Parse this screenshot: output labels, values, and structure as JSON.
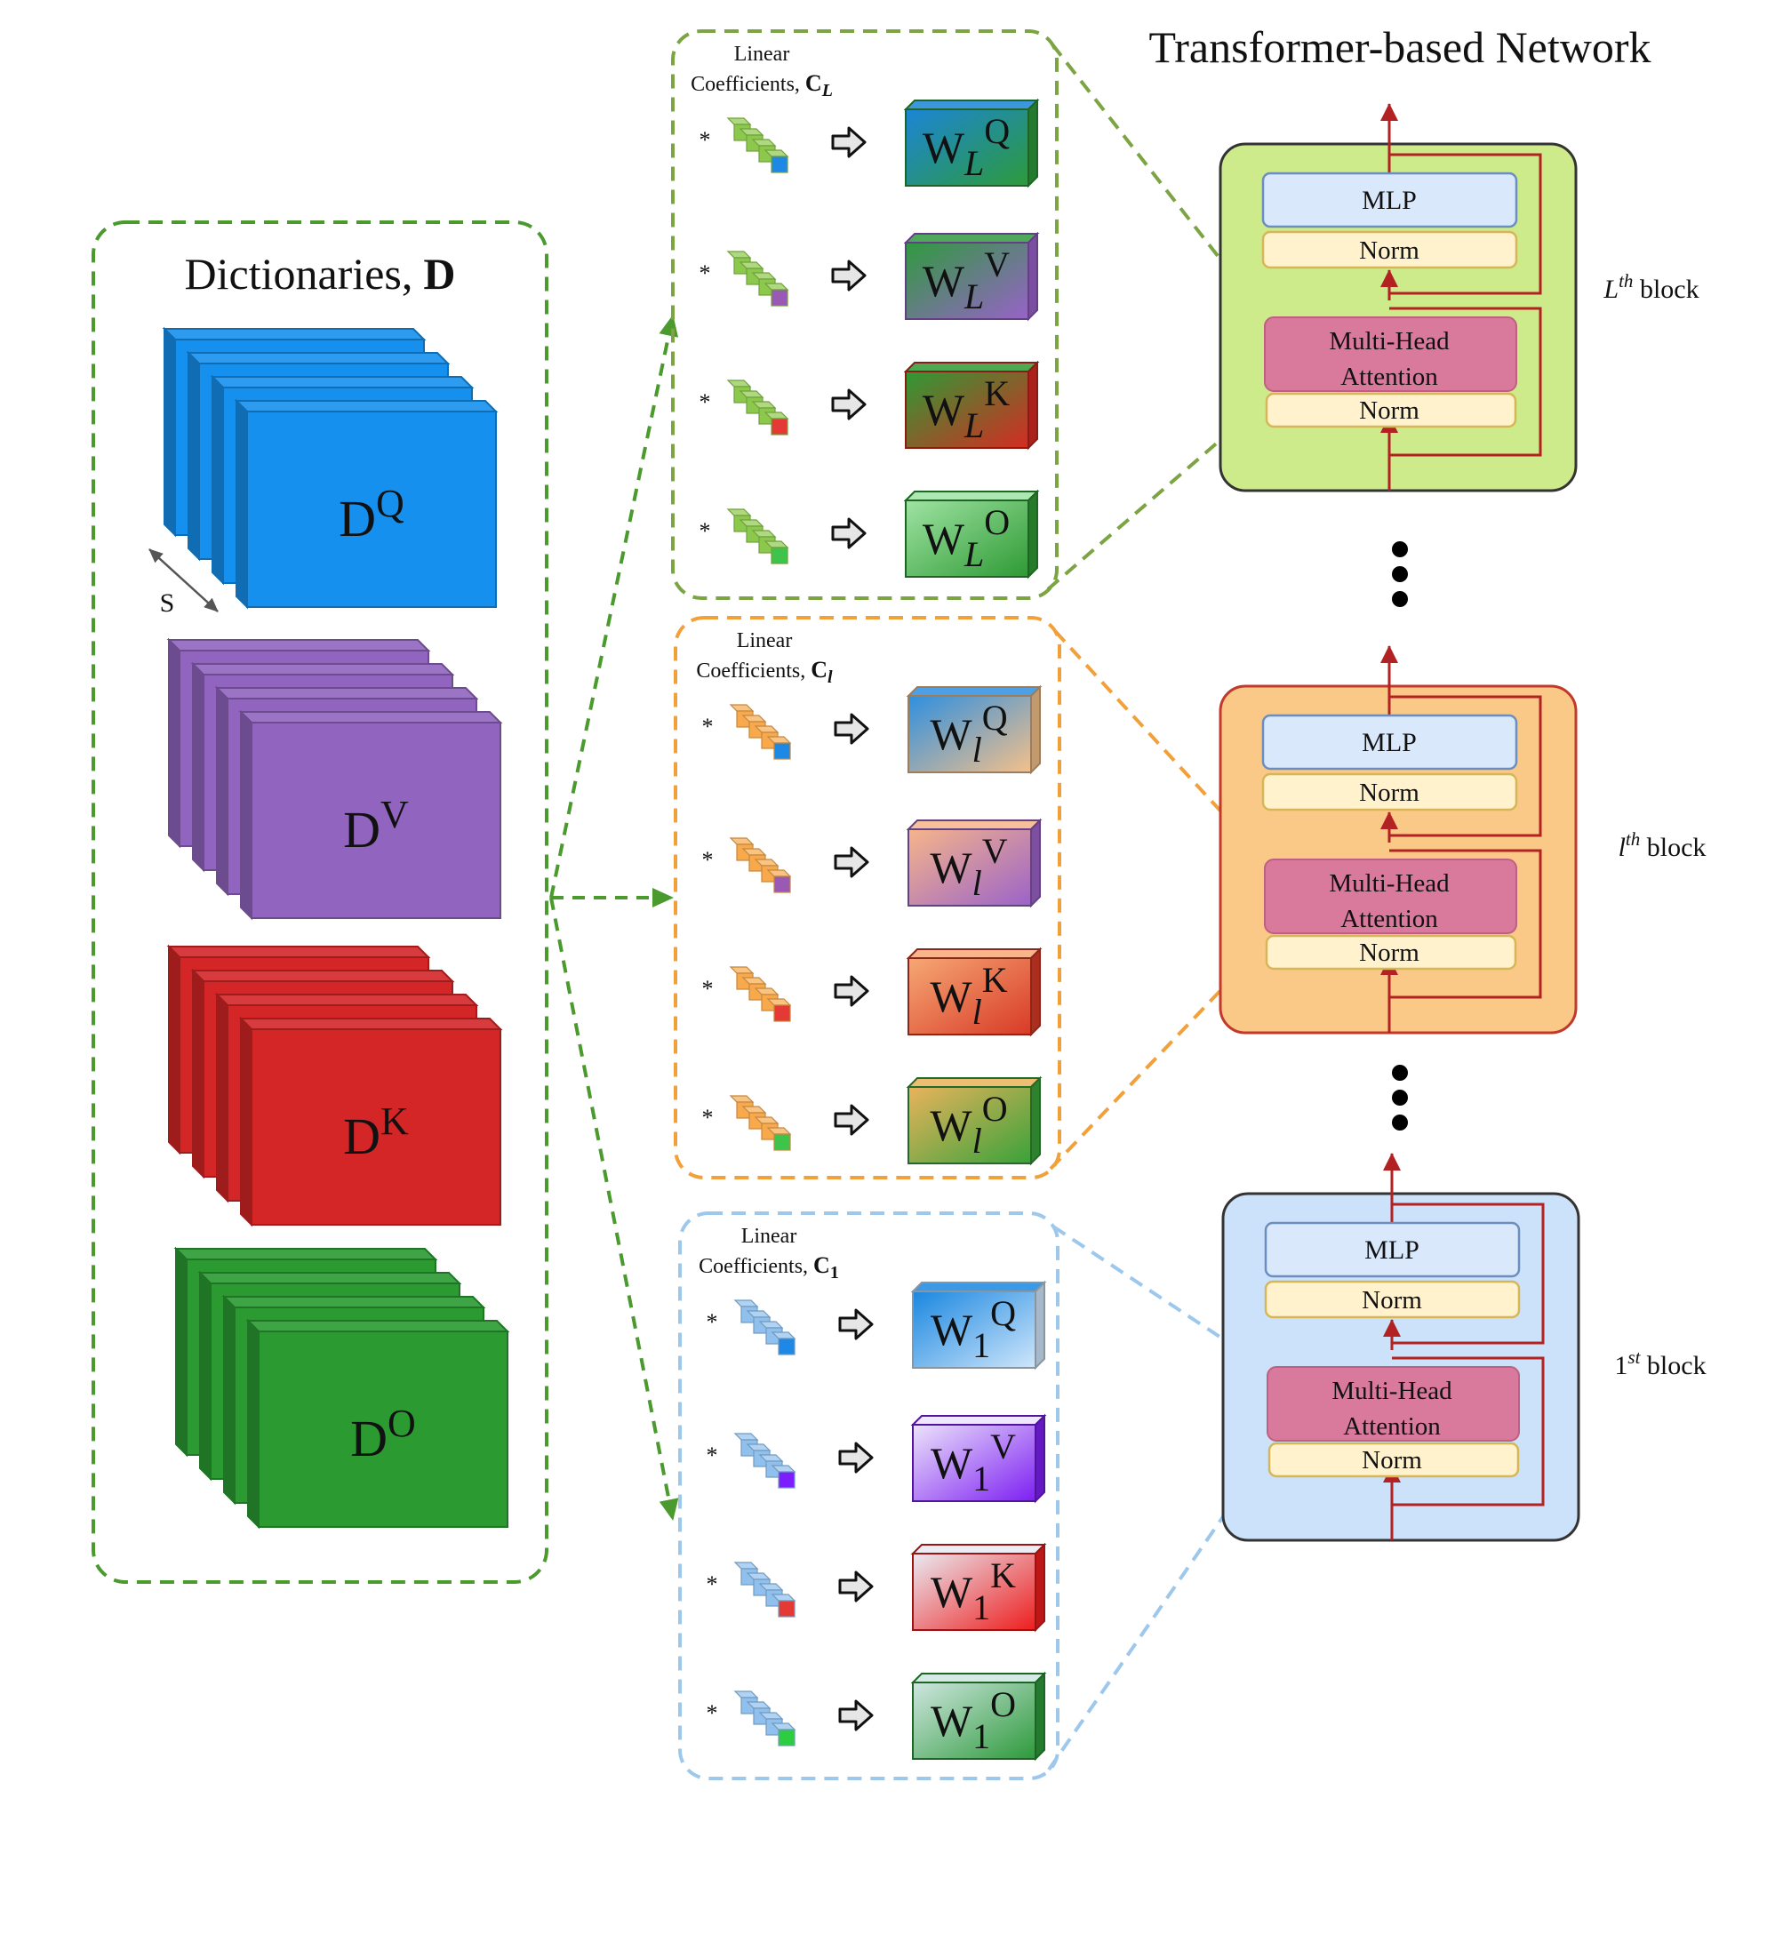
{
  "title": "Transformer-based Network",
  "dictionaries": {
    "title": "Dictionaries,",
    "title_bold": "D",
    "s_label": "S",
    "stacks": [
      {
        "base": "D",
        "sup": "Q",
        "color": "#1590ee"
      },
      {
        "base": "D",
        "sup": "V",
        "color": "#9164bf"
      },
      {
        "base": "D",
        "sup": "K",
        "color": "#d42527"
      },
      {
        "base": "D",
        "sup": "O",
        "color": "#2a9a31"
      }
    ]
  },
  "coefficient_groups": [
    {
      "id": "L",
      "label_line1": "Linear",
      "label_line2": "Coefficients,",
      "label_bold": "C",
      "label_sub": "L",
      "border_color": "#7ca442",
      "cube_color": "#8cc84b",
      "rows": [
        {
          "star": "*",
          "base": "W",
          "sub": "L",
          "sup": "Q",
          "c1": "#1b85d6",
          "c2": "#2d9a3b",
          "dot": "#1e88e5"
        },
        {
          "star": "*",
          "base": "W",
          "sub": "L",
          "sup": "V",
          "c1": "#2f9a3e",
          "c2": "#9862c9",
          "dot": "#9b59b6"
        },
        {
          "star": "*",
          "base": "W",
          "sub": "L",
          "sup": "K",
          "c1": "#2e9a34",
          "c2": "#d52b22",
          "dot": "#e53935"
        },
        {
          "star": "*",
          "base": "W",
          "sub": "L",
          "sup": "O",
          "c1": "#9fe3a3",
          "c2": "#2e9a34",
          "dot": "#3ec44a"
        }
      ]
    },
    {
      "id": "l",
      "label_line1": "Linear",
      "label_line2": "Coefficients,",
      "label_bold": "C",
      "label_sub": "l",
      "border_color": "#f1a03a",
      "cube_color": "#f7a94c",
      "rows": [
        {
          "star": "*",
          "base": "W",
          "sub": "l",
          "sup": "Q",
          "c1": "#2e8fe0",
          "c2": "#f4c08a",
          "dot": "#1e88e5"
        },
        {
          "star": "*",
          "base": "W",
          "sub": "l",
          "sup": "V",
          "c1": "#f6b58a",
          "c2": "#9b63c9",
          "dot": "#9b59b6"
        },
        {
          "star": "*",
          "base": "W",
          "sub": "l",
          "sup": "K",
          "c1": "#f6a874",
          "c2": "#d83a27",
          "dot": "#e53935"
        },
        {
          "star": "*",
          "base": "W",
          "sub": "l",
          "sup": "O",
          "c1": "#e9b35c",
          "c2": "#39a23a",
          "dot": "#3ec44a"
        }
      ]
    },
    {
      "id": "1",
      "label_line1": "Linear",
      "label_line2": "Coefficients,",
      "label_bold": "C",
      "label_sub": "1",
      "border_color": "#9dc8ec",
      "cube_color": "#8fc0ee",
      "rows": [
        {
          "star": "*",
          "base": "W",
          "sub": "1",
          "sup": "Q",
          "c1": "#1a87e0",
          "c2": "#cfe6fb",
          "dot": "#1e88e5"
        },
        {
          "star": "*",
          "base": "W",
          "sub": "1",
          "sup": "V",
          "c1": "#ece3fb",
          "c2": "#7d1ff2",
          "dot": "#7b1fff"
        },
        {
          "star": "*",
          "base": "W",
          "sub": "1",
          "sup": "K",
          "c1": "#e9eaf2",
          "c2": "#ee1d1d",
          "dot": "#e53935"
        },
        {
          "star": "*",
          "base": "W",
          "sub": "1",
          "sup": "O",
          "c1": "#cfe6e0",
          "c2": "#2d9a3b",
          "dot": "#2ecc40"
        }
      ]
    }
  ],
  "blocks": [
    {
      "id": "L",
      "label_base": "L",
      "label_sup": "th",
      "label_rest": " block",
      "italic_base": true,
      "bg": "#cdeb8b",
      "border": "#333333"
    },
    {
      "id": "l",
      "label_base": "l",
      "label_sup": "th",
      "label_rest": " block",
      "italic_base": true,
      "bg": "#fbc987",
      "border": "#c0392b"
    },
    {
      "id": "1",
      "label_base": "1",
      "label_sup": "st",
      "label_rest": " block",
      "italic_base": false,
      "bg": "#cce2fa",
      "border": "#333333"
    }
  ],
  "block_parts": {
    "mlp": "MLP",
    "norm": "Norm",
    "mha_line1": "Multi-Head",
    "mha_line2": "Attention"
  },
  "colors": {
    "mlp_fill": "#dae8fc",
    "mlp_stroke": "#6c8ebf",
    "norm_fill": "#fff2cc",
    "norm_stroke": "#d6b656",
    "mha_fill": "#d9799b",
    "residual": "#b22222",
    "dict_border": "#4a9a2e",
    "dict_arrow": "#4a9a2e"
  }
}
